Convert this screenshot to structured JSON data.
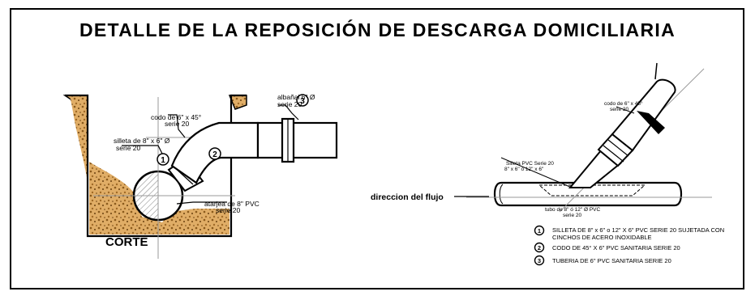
{
  "title": "DETALLE  DE  LA  REPOSICIÓN DE DESCARGA  DOMICILIARIA",
  "corte": {
    "label": "CORTE",
    "codo_line1": "codo de 6\" x 45°",
    "codo_line2": "serie 20",
    "silleta_line1": "silleta de 8\" x 6\" Ø",
    "silleta_line2": "serie 20",
    "albanal_line1": "albañal 6\" Ø",
    "albanal_line2": "serie 20",
    "atarjea_line1": "atarjea de 8\" PVC",
    "atarjea_line2": "serie 20",
    "marker_1": "1",
    "marker_2": "2",
    "marker_3": "3"
  },
  "elevation": {
    "flow_label": "direccion  del flujo",
    "codo_line1": "codo de 6\" x 45°",
    "codo_line2": "serie 20",
    "silleta_line1": "Silleta PVC Serie 20",
    "silleta_line2": "8\" x 6\"  ó 12\" x 6\"",
    "tubo_line1": "tubo de 8\" ó  12\" Ø PVC",
    "tubo_line2": "serie 20"
  },
  "legend": [
    {
      "num": "1",
      "line1": "SILLETA DE 8\" x 6\"  o  12\" X 6\" PVC SERIE 20 SUJETADA CON",
      "line2": "CINCHOS DE ACERO INOXIDABLE"
    },
    {
      "num": "2",
      "line1": "CODO DE 45° X 6\" PVC SANITARIA SERIE 20",
      "line2": ""
    },
    {
      "num": "3",
      "line1": "TUBERIA DE 6\" PVC SANITARIA SERIE 20",
      "line2": ""
    }
  ],
  "colors": {
    "line": "#000000",
    "soil_fill": "#d9a55e",
    "soil_dots": "#8a5a1c",
    "guide": "#9a9a9a",
    "background": "#ffffff"
  }
}
